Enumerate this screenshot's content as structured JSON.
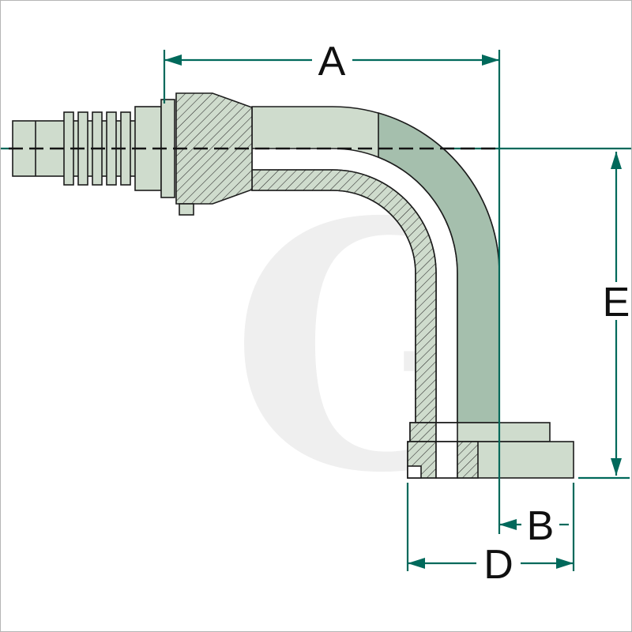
{
  "diagram": {
    "type": "technical-drawing",
    "subject": "90-degree elbow flange hose fitting, sectioned side view with dimension lines",
    "watermark_letter": "G",
    "labels": {
      "width_a": "A",
      "offset_b": "B",
      "flange_d": "D",
      "height_e": "E"
    },
    "colors": {
      "dimension_line": "#00695b",
      "label_text": "#101010",
      "outline": "#1c1c1c",
      "fill_light": "#cfdccd",
      "fill_dark": "#a5bfad",
      "hatch_line": "#2a2a2a",
      "watermark": "#efefef",
      "page_border": "#b5b5b5",
      "page_bg": "#ffffff"
    }
  }
}
